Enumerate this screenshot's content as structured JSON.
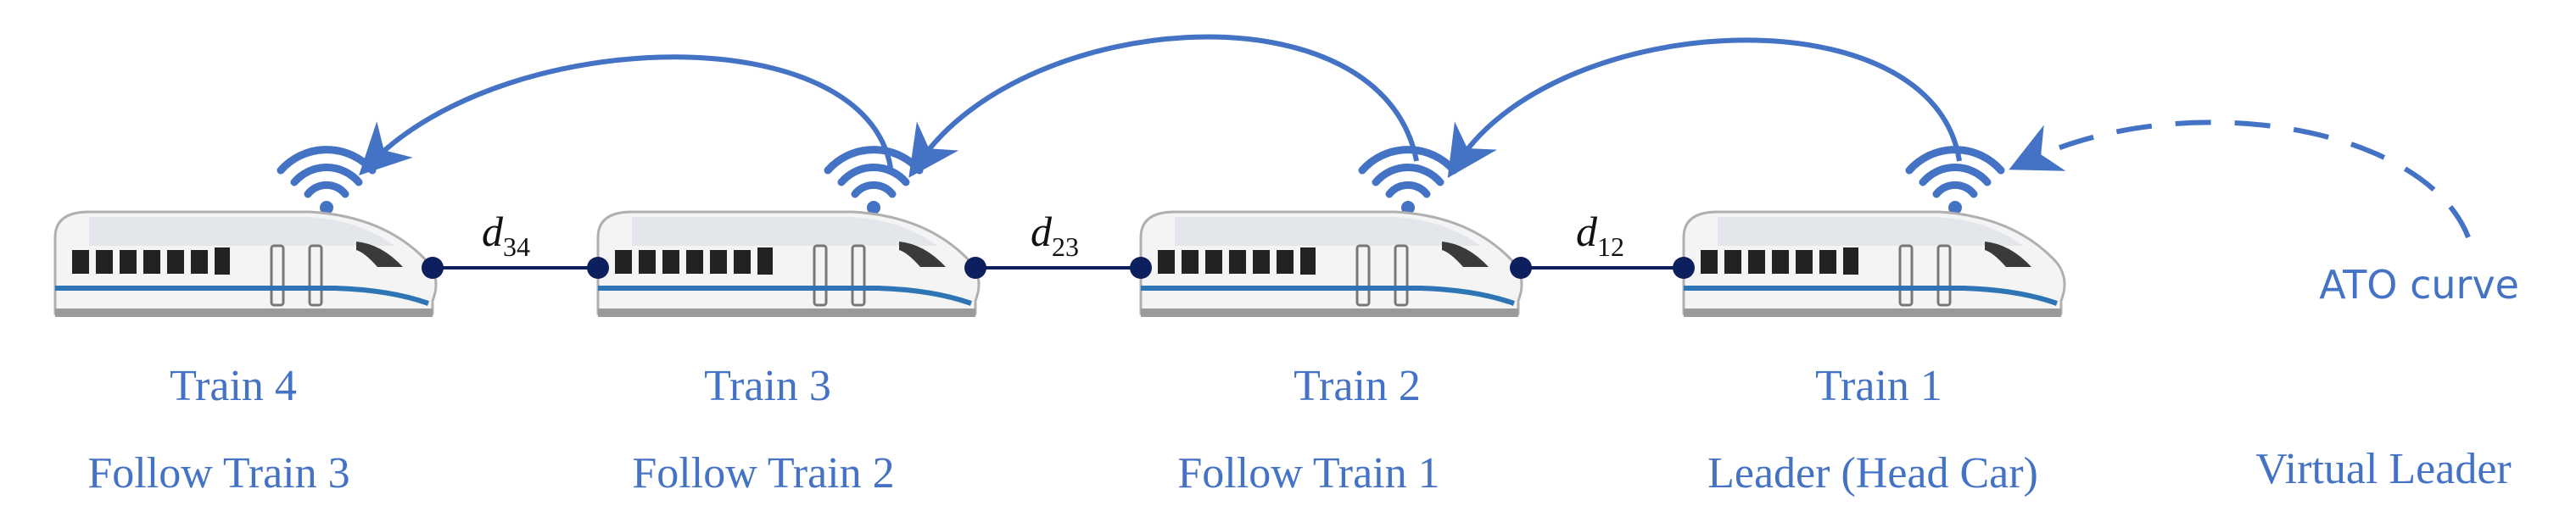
{
  "colors": {
    "accent": "#4472C4",
    "link": "#0D1F5C",
    "train_body": "#F2F2F2",
    "train_stripe": "#2E75B6",
    "window": "#222222"
  },
  "trains": [
    {
      "name": "Train 4",
      "role": "Follow Train 3"
    },
    {
      "name": "Train 3",
      "role": "Follow Train 2"
    },
    {
      "name": "Train 2",
      "role": "Follow Train 1"
    },
    {
      "name": "Train 1",
      "role": "Leader (Head Car)"
    }
  ],
  "distances": [
    {
      "symbol": "d",
      "sub": "34"
    },
    {
      "symbol": "d",
      "sub": "23"
    },
    {
      "symbol": "d",
      "sub": "12"
    }
  ],
  "virtual_leader": {
    "curve_label": "ATO curve",
    "label": "Virtual Leader"
  },
  "icons": {
    "wireless": "wifi-signal-icon",
    "train": "high-speed-train-icon"
  }
}
